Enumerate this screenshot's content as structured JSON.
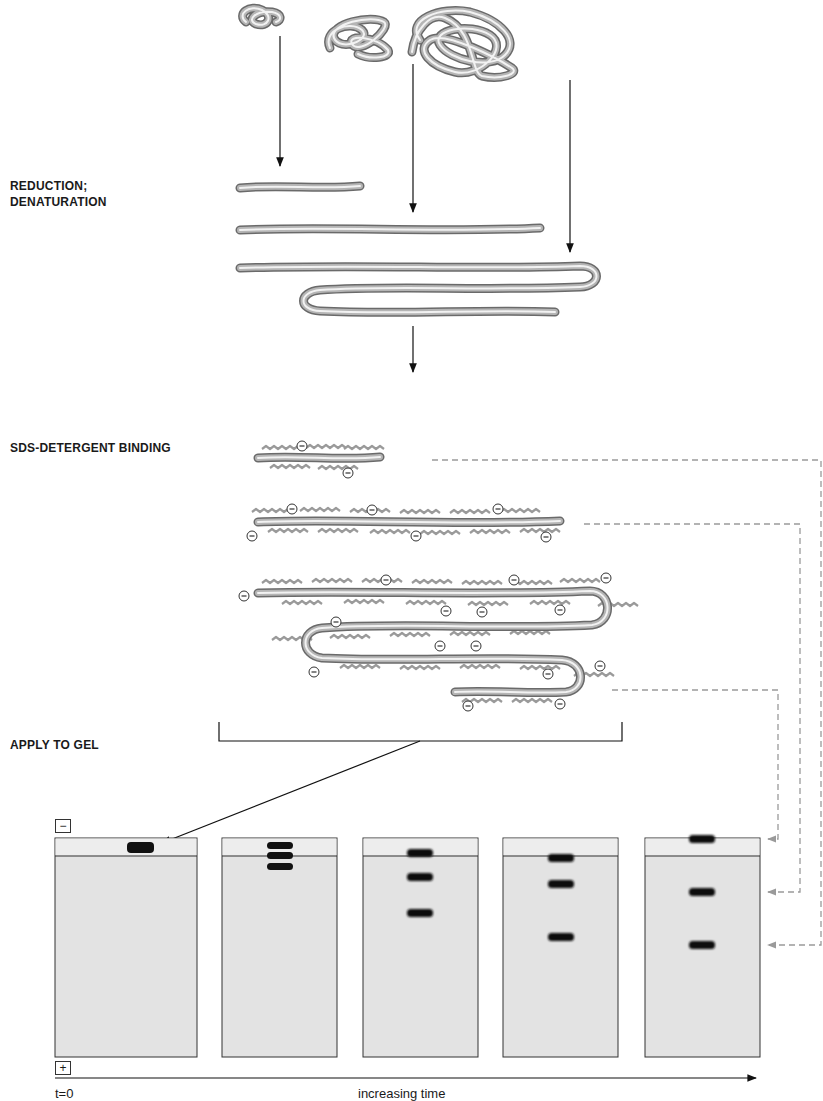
{
  "diagram": {
    "nodes": [
      {
        "text": [
          "−"
        ]
      },
      {
        "text": [
          "+"
        ]
      }
    ],
    "labels": [
      "REDUCTION; DENATURATION",
      "SDS-DETERGENT BINDING",
      "APPLY TO GEL",
      "t=0",
      "increasing time"
    ]
  }
}
